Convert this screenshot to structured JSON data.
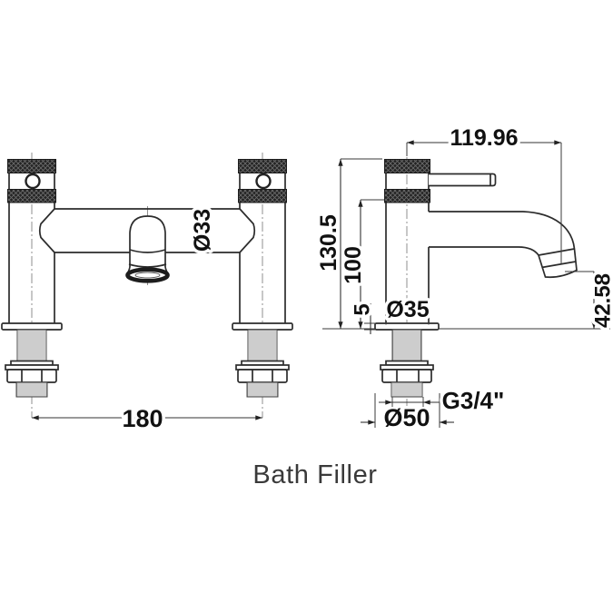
{
  "drawing": {
    "caption": "Bath Filler",
    "front_view": {
      "centre_distance": "180",
      "body_diameter": "Ø33"
    },
    "side_view": {
      "spout_reach": "119.96",
      "total_height": "130.5",
      "body_height": "100",
      "deck_thickness": "5",
      "pillar_diameter": "Ø35",
      "spout_drop": "42.58",
      "flange_diameter": "Ø50",
      "thread_size": "G3/4\""
    },
    "colors": {
      "line": "#2c2c2c",
      "dimension": "#333333",
      "knurl": "#232323",
      "background": "#ffffff",
      "caption_text": "#3a3a3a"
    }
  }
}
